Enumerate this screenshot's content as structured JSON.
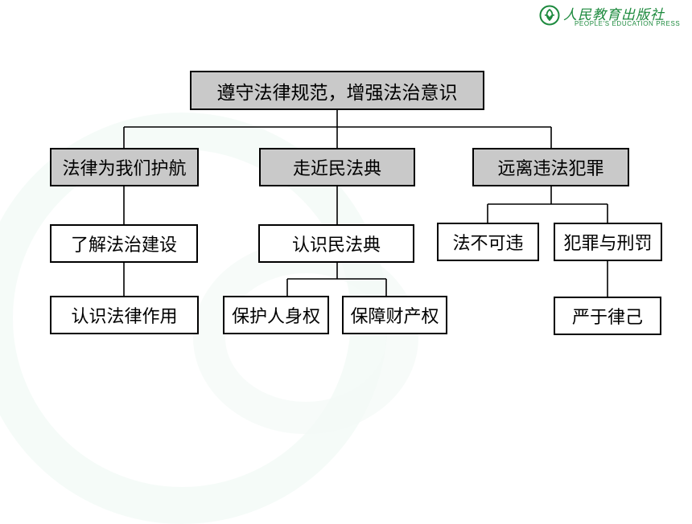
{
  "publisher": {
    "name_cn": "人民教育出版社",
    "name_en": "PEOPLE'S EDUCATION PRESS",
    "logo_icon": "pep-logo-icon"
  },
  "diagram": {
    "root": "遵守法律规范，增强法治意识",
    "branches": [
      {
        "title": "法律为我们护航",
        "level2": [
          "了解法治建设"
        ],
        "level3": [
          "认识法律作用"
        ]
      },
      {
        "title": "走近民法典",
        "level2": [
          "认识民法典"
        ],
        "level3": [
          "保护人身权",
          "保障财产权"
        ]
      },
      {
        "title": "远离违法犯罪",
        "level2": [
          "法不可违",
          "犯罪与刑罚"
        ],
        "level3": [
          "严于律己"
        ]
      }
    ]
  },
  "colors": {
    "header_fill": "#c9c9c9",
    "line": "#000000",
    "brand_green": "#1d8a3e"
  }
}
